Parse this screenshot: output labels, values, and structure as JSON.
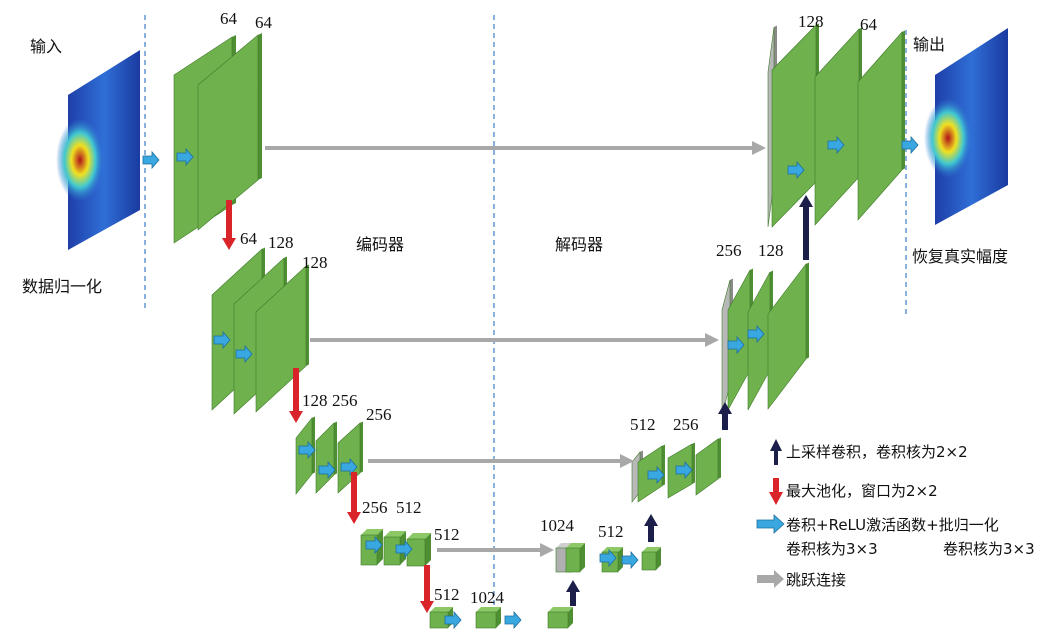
{
  "labels": {
    "input": "输入",
    "output": "输出",
    "normalize": "数据归一化",
    "restore": "恢复真实幅度",
    "encoder": "编码器",
    "decoder": "解码器"
  },
  "channels": {
    "e1a": "64",
    "e1b": "64",
    "e2a": "64",
    "e2b": "128",
    "e2c": "128",
    "e3a": "128",
    "e3b": "256",
    "e3c": "256",
    "e4a": "256",
    "e4b": "512",
    "e4c": "512",
    "b1": "512",
    "b2": "1024",
    "d4a": "1024",
    "d4b": "512",
    "d3a": "512",
    "d3b": "256",
    "d2a": "256",
    "d2b": "128",
    "d1a": "128",
    "d1b": "64"
  },
  "legend": {
    "upconv": "上采样卷积，卷积核为2×2",
    "maxpool": "最大池化，窗口为2×2",
    "conv": "卷积+ReLU激活函数+批归一化",
    "conv_kernel_left": "卷积核为3×3",
    "conv_kernel_right": "卷积核为3×3",
    "skip": "跳跃连接"
  },
  "colors": {
    "block_front": "#6fb24d",
    "block_side": "#4f8f34",
    "block_top": "#8cc966",
    "conv_arrow": "#3aa8e0",
    "pool_arrow": "#d9252a",
    "up_arrow": "#1b1f4a",
    "skip_arrow": "#a8a8a8",
    "divider": "#3a7fc4"
  },
  "icons": [
    "conv-arrow-icon",
    "maxpool-arrow-icon",
    "upconv-arrow-icon",
    "skip-arrow-icon"
  ]
}
